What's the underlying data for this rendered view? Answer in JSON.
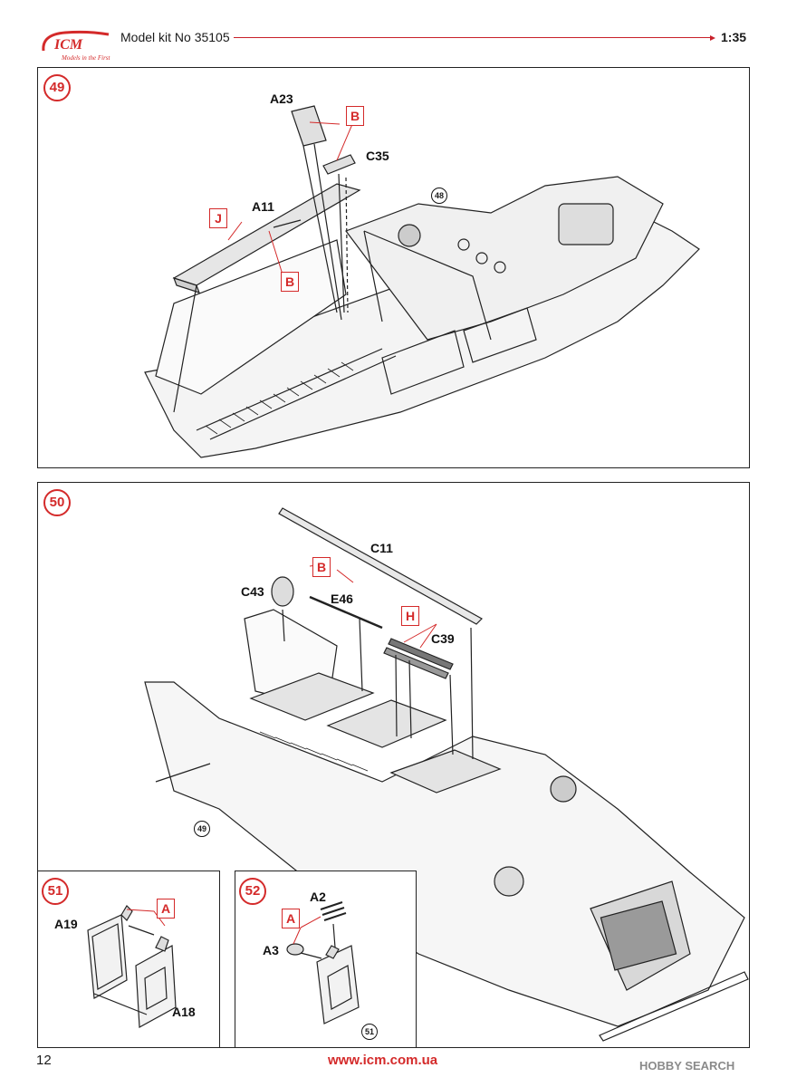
{
  "header": {
    "brand": "ICM",
    "tagline": "Models in the First",
    "model_kit": "Model kit No 35105",
    "scale": "1:35"
  },
  "steps": {
    "s49": {
      "number": "49",
      "labels": {
        "a23": "A23",
        "c35": "C35",
        "a11": "A11"
      },
      "sprues": {
        "b_top": "B",
        "j": "J",
        "b_mid": "B"
      },
      "ref": "48"
    },
    "s50": {
      "number": "50",
      "labels": {
        "c11": "C11",
        "c43": "C43",
        "e46": "E46",
        "c39": "C39"
      },
      "sprues": {
        "b": "B",
        "h": "H"
      },
      "ref": "49"
    },
    "s51": {
      "number": "51",
      "labels": {
        "a19": "A19",
        "a18": "A18"
      },
      "sprues": {
        "a": "A"
      }
    },
    "s52": {
      "number": "52",
      "labels": {
        "a2": "A2",
        "a3": "A3"
      },
      "sprues": {
        "a": "A"
      },
      "ref": "51"
    }
  },
  "footer": {
    "page_number": "12",
    "website": "www.icm.com.ua",
    "watermark": "HOBBY SEARCH"
  },
  "colors": {
    "accent": "#d42a2a",
    "line": "#222222"
  }
}
